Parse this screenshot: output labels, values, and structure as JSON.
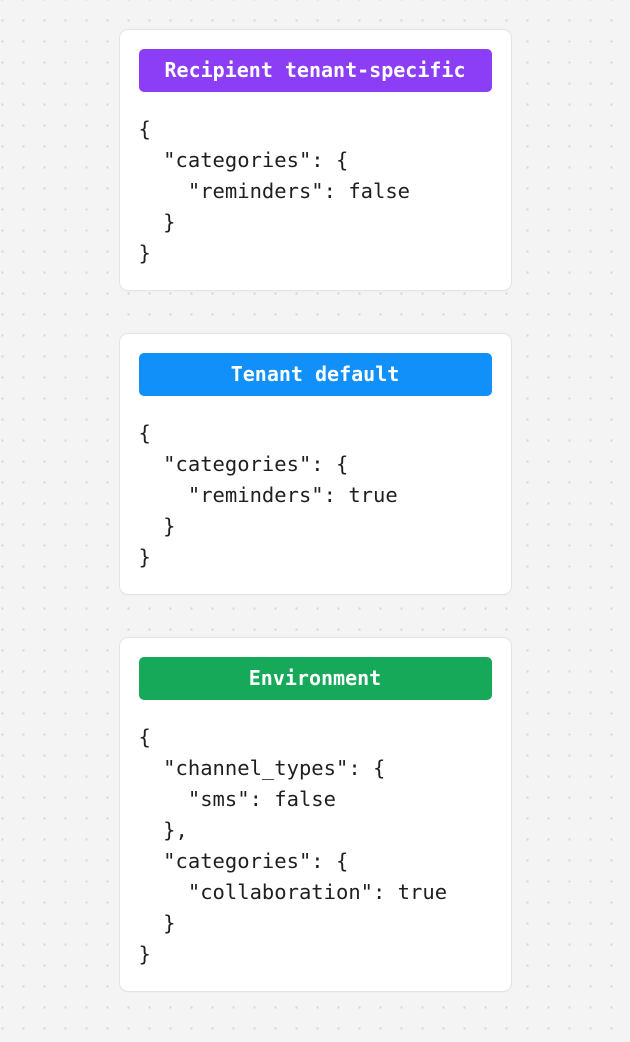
{
  "page": {
    "background_color": "#f4f4f4",
    "dot_color": "#d6d6d6",
    "card_background": "#ffffff",
    "card_border_color": "#e4e4e4",
    "text_color": "#1f1f1f"
  },
  "cards": [
    {
      "title": "Recipient tenant-specific",
      "accent_color": "#8c3ef7",
      "accent_name": "purple",
      "code": "{\n  \"categories\": {\n    \"reminders\": false\n  }\n}"
    },
    {
      "title": "Tenant default",
      "accent_color": "#1190fa",
      "accent_name": "blue",
      "code": "{\n  \"categories\": {\n    \"reminders\": true\n  }\n}"
    },
    {
      "title": "Environment",
      "accent_color": "#17a95a",
      "accent_name": "green",
      "code": "{\n  \"channel_types\": {\n    \"sms\": false\n  },\n  \"categories\": {\n    \"collaboration\": true\n  }\n}"
    }
  ]
}
